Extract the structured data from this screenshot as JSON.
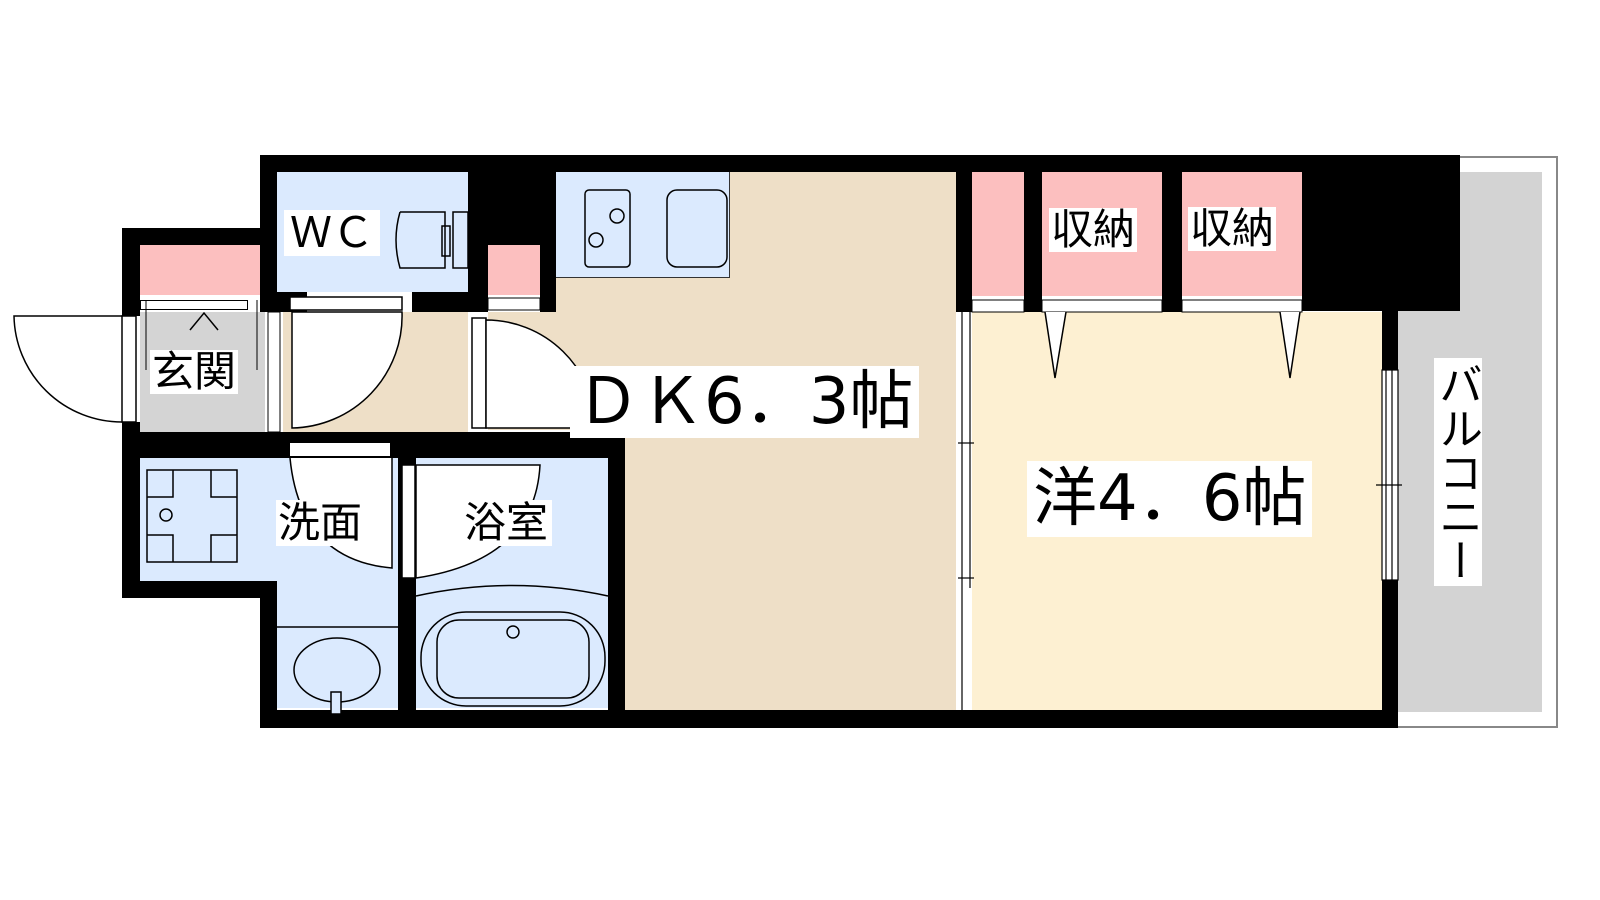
{
  "floor_plan": {
    "rooms": {
      "wc": {
        "label": "ＷＣ"
      },
      "entrance": {
        "label": "玄関"
      },
      "dk": {
        "label": "ＤＫ6．3帖",
        "area_jo": 6.3
      },
      "western_room": {
        "label": "洋4．6帖",
        "area_jo": 4.6
      },
      "storage_1": {
        "label": "収納"
      },
      "storage_2": {
        "label": "収納"
      },
      "washroom": {
        "label": "洗面"
      },
      "bathroom": {
        "label": "浴室"
      },
      "balcony": {
        "label": "バルコニー"
      }
    },
    "colors": {
      "wall": "#000000",
      "wet_area": "#dbeafe",
      "storage": "#fcbfbf",
      "dk_floor": "#eedfc7",
      "western_floor": "#fdf0d2",
      "entrance_floor": "#d4d4d4",
      "balcony": "#d3d3d3"
    }
  }
}
